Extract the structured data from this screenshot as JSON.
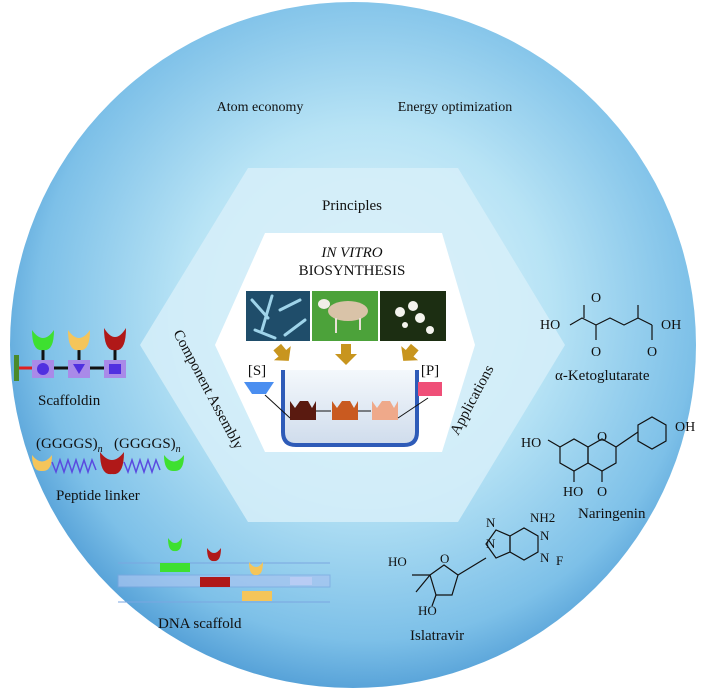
{
  "principles": {
    "title": "Principles",
    "items": [
      "Atom economy",
      "Energy optimization"
    ]
  },
  "center": {
    "title_italic": "IN VITRO",
    "title": "BIOSYNTHESIS",
    "substrate": "[S]",
    "product": "[P]",
    "images": [
      "bacteria",
      "sheep",
      "flowers"
    ]
  },
  "assembly": {
    "title": "Component Assembly",
    "scaffoldin": "Scaffoldin",
    "linker_seq": "(GGGGS)",
    "linker_sub": "n",
    "peptide_linker": "Peptide linker",
    "dna_scaffold": "DNA scaffold"
  },
  "applications": {
    "title": "Applications",
    "compounds": [
      {
        "name": "α-Ketoglutarate",
        "atoms": [
          "HO",
          "OH",
          "O",
          "O",
          "O"
        ]
      },
      {
        "name": "Naringenin",
        "atoms": [
          "HO",
          "OH",
          "O",
          "HO",
          "O"
        ]
      },
      {
        "name": "Islatravir",
        "atoms": [
          "NH2",
          "N",
          "N",
          "N",
          "N",
          "F",
          "HO",
          "O",
          "HO"
        ]
      }
    ]
  },
  "colors": {
    "circle_outer": "#3d8fd0",
    "circle_inner": "#bfe6f6",
    "hexagon": "#e4f4fb",
    "vessel": "#2e5bb8",
    "arrow": "#c8951e",
    "enzyme1": "#5a1a10",
    "enzyme2": "#c95a20",
    "enzyme3": "#efa98a",
    "substrate": "#4a8ef0",
    "product": "#ef4f78"
  }
}
